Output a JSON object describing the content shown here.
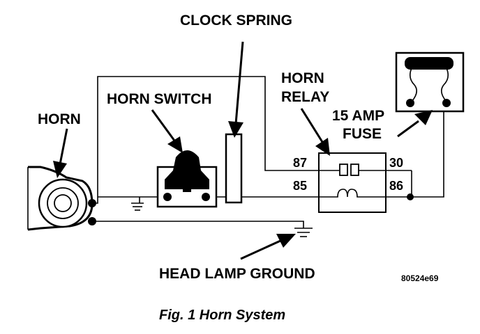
{
  "labels": {
    "clock_spring": "CLOCK SPRING",
    "horn": "HORN",
    "horn_switch": "HORN SWITCH",
    "horn_relay_line1": "HORN",
    "horn_relay_line2": "RELAY",
    "fuse_line1": "15 AMP",
    "fuse_line2": "FUSE",
    "head_lamp_ground": "HEAD LAMP GROUND",
    "figure_code": "80524e69",
    "caption": "Fig. 1  Horn System"
  },
  "relay_pins": {
    "p87": "87",
    "p30": "30",
    "p85": "85",
    "p86": "86"
  }
}
